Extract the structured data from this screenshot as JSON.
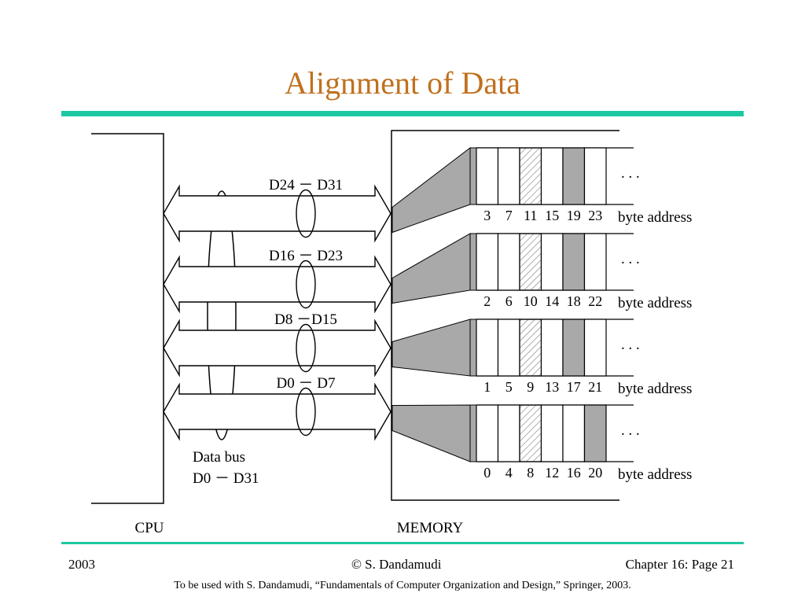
{
  "title": "Alignment of Data",
  "diagram": {
    "cpu_label": "CPU",
    "memory_label": "MEMORY",
    "data_bus_label": "Data bus",
    "data_bus_range": "D0 － D31",
    "buses": [
      {
        "label": "D24 － D31"
      },
      {
        "label": "D16 － D23"
      },
      {
        "label": "D8 －D15"
      },
      {
        "label": "D0 － D7"
      }
    ],
    "banks": [
      {
        "addresses": [
          "3",
          "7",
          "11",
          "15",
          "19",
          "23"
        ],
        "ellipsis": ". . .",
        "caption": "byte address"
      },
      {
        "addresses": [
          "2",
          "6",
          "10",
          "14",
          "18",
          "22"
        ],
        "ellipsis": ". . .",
        "caption": "byte address"
      },
      {
        "addresses": [
          "1",
          "5",
          "9",
          "13",
          "17",
          "21"
        ],
        "ellipsis": ". . .",
        "caption": "byte address"
      },
      {
        "addresses": [
          "0",
          "4",
          "8",
          "12",
          "16",
          "20"
        ],
        "ellipsis": ". . .",
        "caption": "byte address"
      }
    ],
    "colors": {
      "gray_fill": "#a9a9a9",
      "hatch_stroke": "#777777"
    }
  },
  "footer": {
    "year": "2003",
    "author": "© S. Dandamudi",
    "page": "Chapter 16: Page 21",
    "note": "To be used with S. Dandamudi, “Fundamentals of Computer Organization and Design,” Springer, 2003."
  }
}
